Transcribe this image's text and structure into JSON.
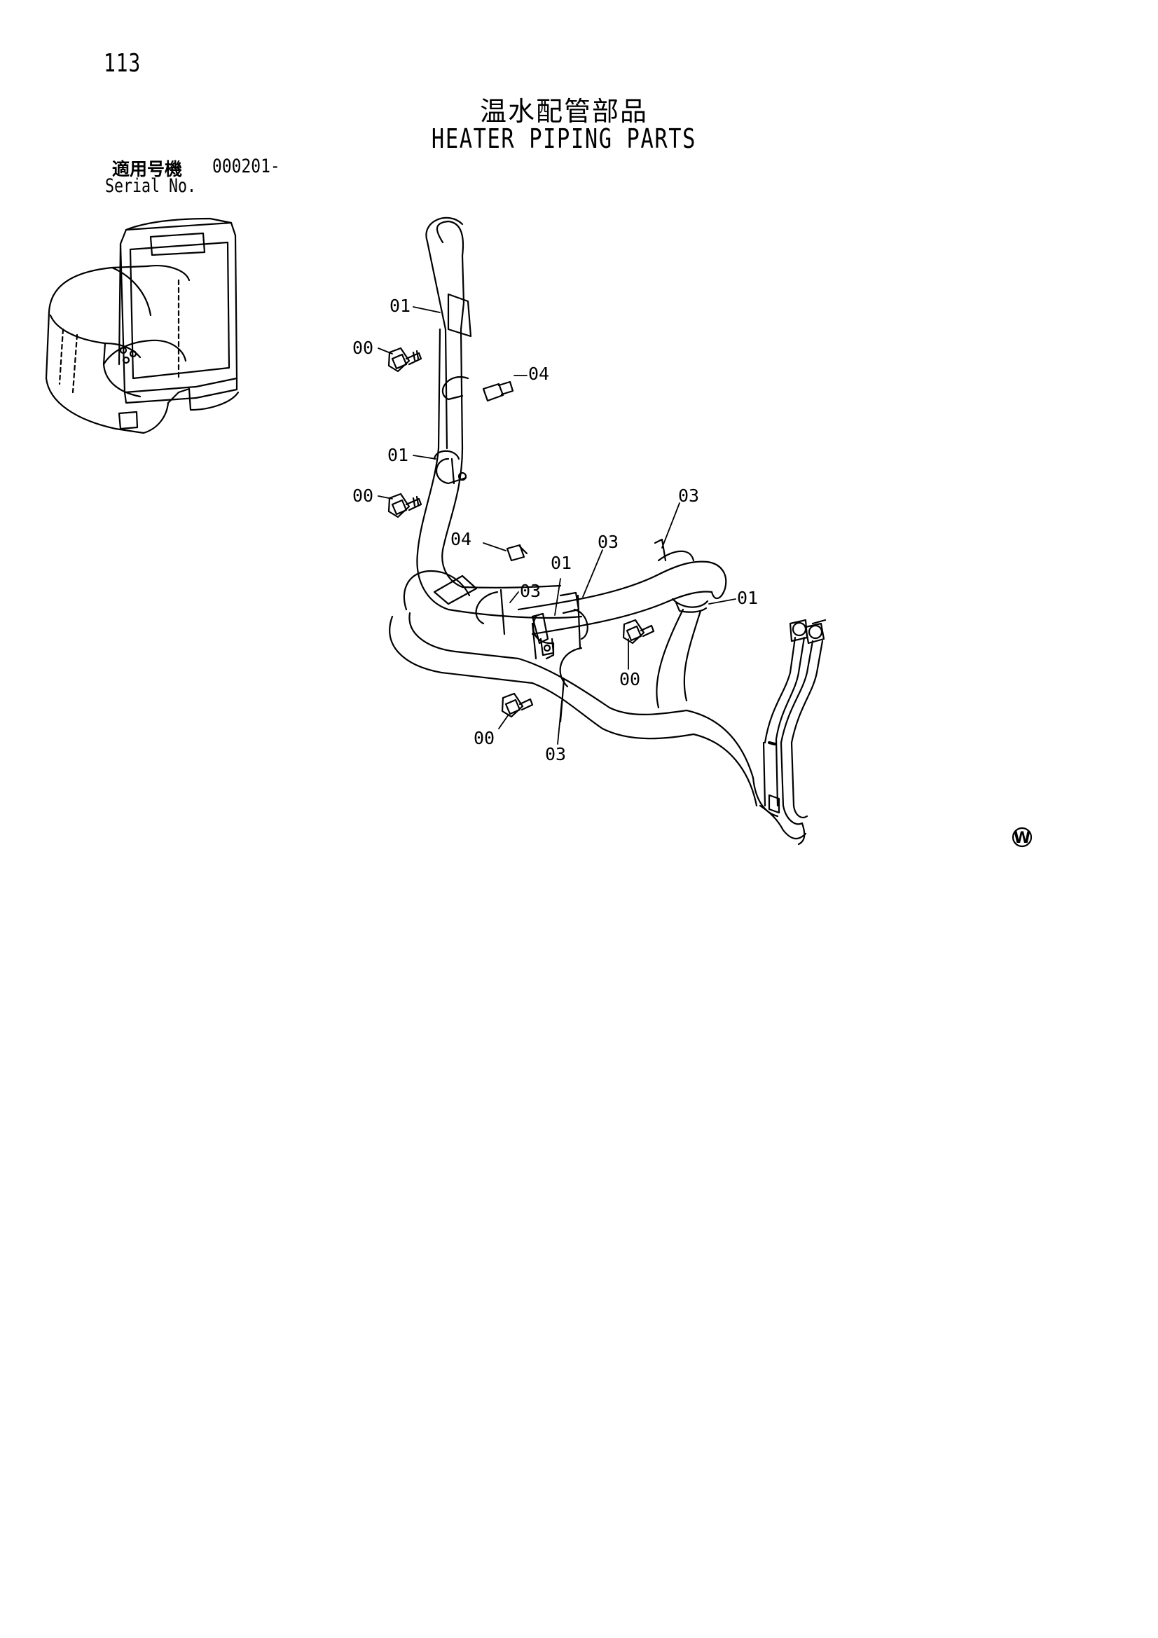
{
  "page": {
    "number": "113",
    "title_jp": "温水配管部品",
    "title_en": "HEATER PIPING PARTS"
  },
  "serial": {
    "label_jp": "適用号機",
    "value": "000201-",
    "label_en": "Serial No."
  },
  "callouts": {
    "c01a": "01",
    "c00a": "00",
    "c04a": "04",
    "c01b": "01",
    "c00b": "00",
    "c03a": "03",
    "c04b": "04",
    "c03b": "03",
    "c01c": "01",
    "c03c": "03",
    "c01d": "01",
    "c00c": "00",
    "c00d": "00",
    "c03d": "03"
  },
  "corner_mark": "W"
}
